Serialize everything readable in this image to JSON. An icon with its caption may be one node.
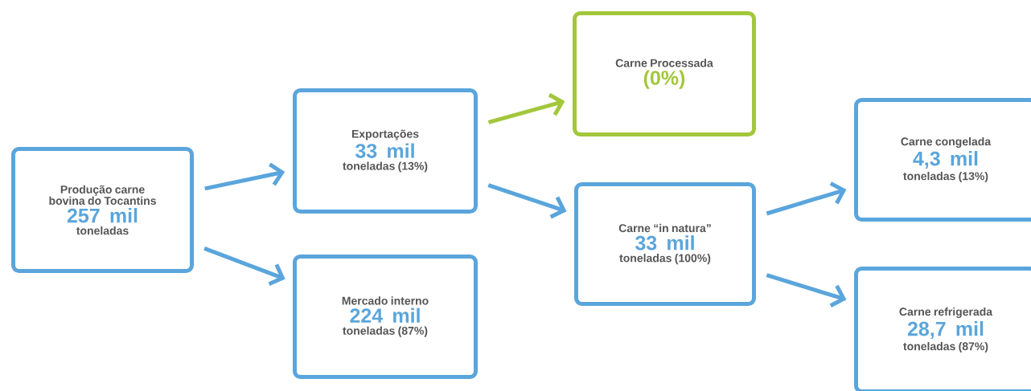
{
  "diagram": {
    "nodes": [
      {
        "text": [
          "Produção carne bovina do Tocantins",
          "257 mil",
          "toneladas"
        ]
      },
      {
        "text": [
          "Exportações",
          "33 mil",
          "toneladas (13%)"
        ]
      },
      {
        "text": [
          "Mercado interno",
          "224 mil",
          "toneladas (87%)"
        ]
      },
      {
        "text": [
          "Carne Processada",
          "(0%)"
        ]
      },
      {
        "text": [
          "Carne “in natura”",
          "33 mil",
          "toneladas (100%)"
        ]
      },
      {
        "text": [
          "Carne congelada",
          "4,3 mil",
          "toneladas (13%)"
        ]
      },
      {
        "text": [
          "Carne refrigerada",
          "28,7 mil",
          "toneladas (87%)"
        ]
      }
    ],
    "edges": [
      {
        "from": 0,
        "to": 1,
        "arrow": "to"
      },
      {
        "from": 0,
        "to": 2,
        "arrow": "to"
      },
      {
        "from": 1,
        "to": 3,
        "arrow": "to",
        "color": "#a2c73b"
      },
      {
        "from": 1,
        "to": 4,
        "arrow": "to"
      },
      {
        "from": 4,
        "to": 5,
        "arrow": "to"
      },
      {
        "from": 4,
        "to": 6,
        "arrow": "to"
      }
    ]
  }
}
